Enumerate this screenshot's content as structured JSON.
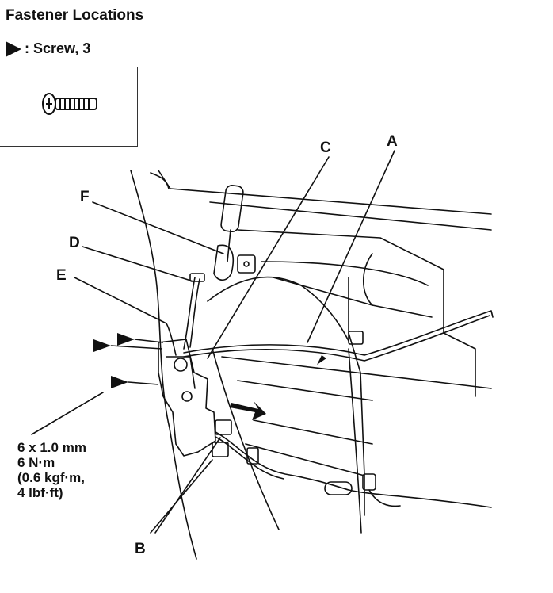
{
  "header": {
    "title": "Fastener Locations"
  },
  "legend": {
    "symbol": "triangle-pointer",
    "text": ": Screw, 3"
  },
  "callouts": {
    "a": "A",
    "b": "B",
    "c": "C",
    "d": "D",
    "e": "E",
    "f": "F"
  },
  "spec": {
    "size": "6 x 1.0 mm",
    "torque_nm": "6 N·m",
    "torque_kgf": "(0.6 kgf·m,",
    "torque_lbf": "4 lbf·ft)"
  },
  "icons": [
    "screw-icon",
    "triangle-pointer-icon",
    "pull-arrow-icon"
  ]
}
